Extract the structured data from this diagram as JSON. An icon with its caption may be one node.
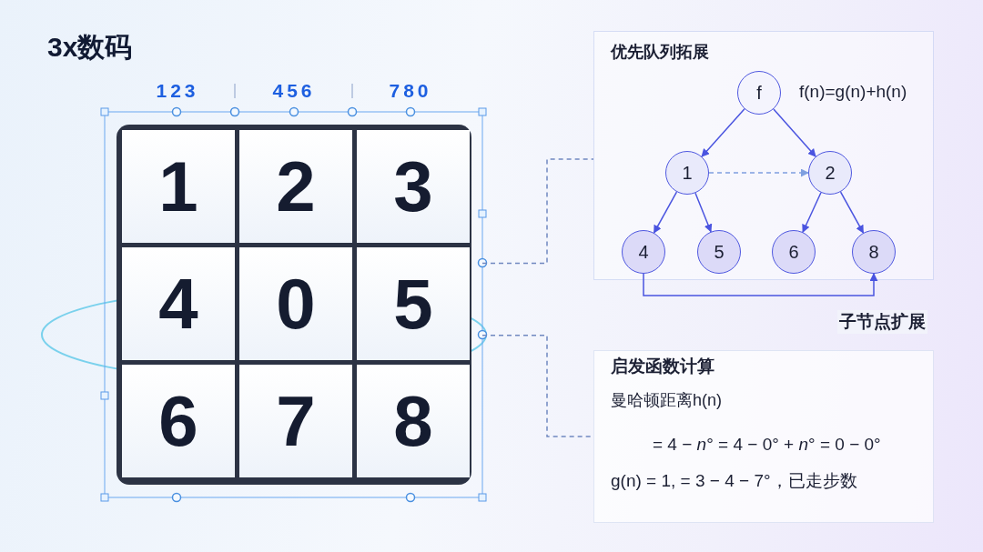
{
  "diagram": {
    "title": "3x数码",
    "nodes": [
      {
        "text": [],
        "shape": "box"
      },
      {
        "text": [
          "1"
        ],
        "in": 0
      },
      {
        "text": [
          "2"
        ],
        "in": 0
      },
      {
        "text": [
          "3"
        ],
        "in": 0
      },
      {
        "text": [
          "4"
        ],
        "in": 0
      },
      {
        "text": [
          "0"
        ],
        "in": 0
      },
      {
        "text": [
          "5"
        ],
        "in": 0
      },
      {
        "text": [
          "6"
        ],
        "in": 0
      },
      {
        "text": [
          "7"
        ],
        "in": 0
      },
      {
        "text": [
          "8"
        ],
        "in": 0
      },
      {
        "text": [
          "优先队列拓展"
        ]
      },
      {
        "text": [
          "f"
        ],
        "in": 10,
        "beside": [
          "f(n)=g(n)+h(n)"
        ]
      },
      {
        "text": [
          "1"
        ],
        "in": 10
      },
      {
        "text": [
          "2"
        ],
        "in": 10
      },
      {
        "text": [
          "4"
        ],
        "in": 10
      },
      {
        "text": [
          "5"
        ],
        "in": 10
      },
      {
        "text": [
          "6"
        ],
        "in": 10
      },
      {
        "text": [
          "8"
        ],
        "in": 10
      },
      {
        "text": [
          "启发函数计算",
          "曼哈顿距离h(n)",
          "= 4 − *n*° = 4 − 0° + *n*° = 0 − 0°",
          "g(n) = 1, = 3 − 4 − 7°，已走步数"
        ]
      }
    ],
    "edges": [
      {
        "from": 11,
        "to": 12,
        "arrow": "to"
      },
      {
        "from": 11,
        "to": 13,
        "arrow": "to"
      },
      {
        "from": 12,
        "to": 13,
        "arrow": "to",
        "style": "dashed",
        "color": "#7f9fe0"
      },
      {
        "from": 12,
        "to": 14,
        "arrow": "to"
      },
      {
        "from": 12,
        "to": 15,
        "arrow": "to"
      },
      {
        "from": 13,
        "to": 16,
        "arrow": "to"
      },
      {
        "from": 13,
        "to": 17,
        "arrow": "to"
      },
      {
        "from": 14,
        "to": 17,
        "arrow": "to",
        "label": "子节点扩展"
      },
      {
        "from": 0,
        "to": 10,
        "arrow": "none",
        "style": "dashed",
        "color": "#7088c0"
      },
      {
        "from": 0,
        "to": 18,
        "arrow": "none",
        "style": "dashed",
        "color": "#7088c0"
      }
    ],
    "labels": [
      "123",
      "456",
      "780"
    ]
  }
}
